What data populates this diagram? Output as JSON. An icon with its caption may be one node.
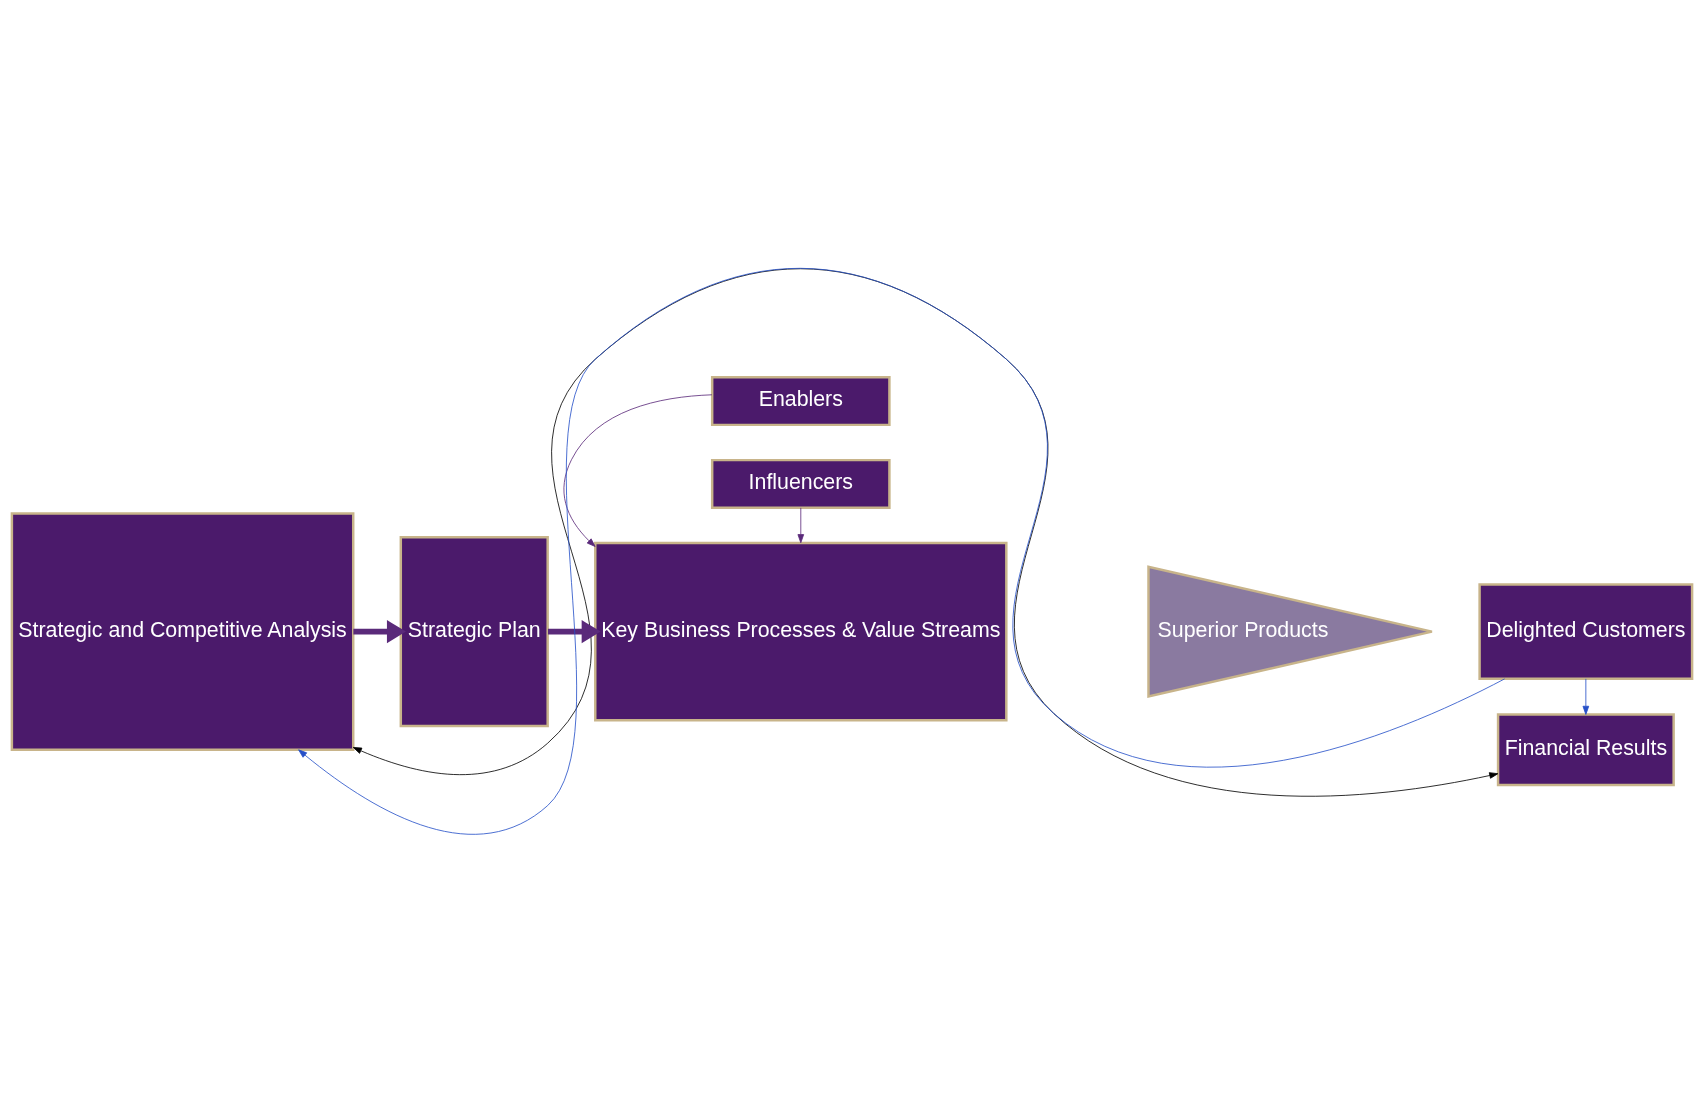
{
  "diagram": {
    "nodes": [
      {
        "text": [
          "Strategic and Competitive Analysis"
        ]
      },
      {
        "text": [
          "Strategic Plan"
        ]
      },
      {
        "text": [
          "Key Business Processes & Value Streams"
        ]
      },
      {
        "text": [
          "Enablers"
        ]
      },
      {
        "text": [
          "Influencers"
        ]
      },
      {
        "text": [
          "Superior Products"
        ]
      },
      {
        "text": [
          "Delighted Customers"
        ]
      },
      {
        "text": [
          "Financial Results"
        ]
      }
    ],
    "edges": [
      {
        "from": 0,
        "to": 1,
        "arrow": "to",
        "style": "thick"
      },
      {
        "from": 1,
        "to": 2,
        "arrow": "to",
        "style": "thick"
      },
      {
        "from": 3,
        "to": 2,
        "arrow": "to"
      },
      {
        "from": 4,
        "to": 2,
        "arrow": "to"
      },
      {
        "from": 6,
        "to": 7,
        "arrow": "to",
        "color": "#2650c8"
      },
      {
        "from": 6,
        "to": 0,
        "arrow": "to",
        "color": "#2650c8"
      },
      {
        "from": 0,
        "to": 7,
        "arrow": "both",
        "color": "#000000"
      }
    ]
  }
}
